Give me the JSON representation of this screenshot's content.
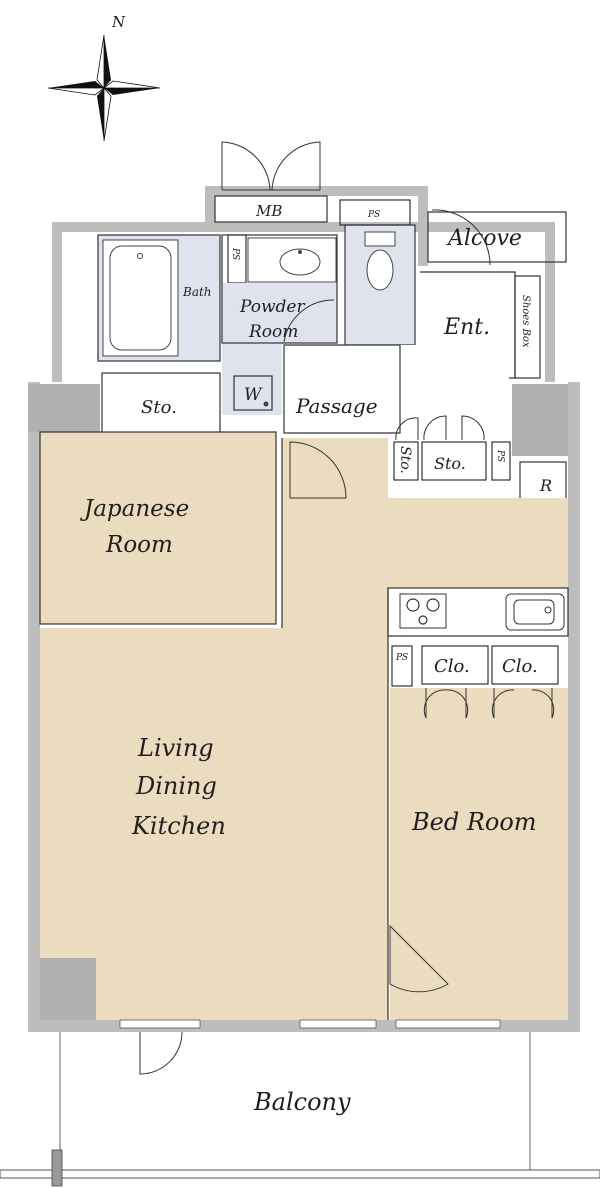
{
  "compass": {
    "label": "N",
    "icon": "compass-rose-icon"
  },
  "rooms": {
    "mb": "MB",
    "ps_top": "PS",
    "alcove": "Alcove",
    "bath": "Bath",
    "ps_bath": "PS",
    "powder_room_line1": "Powder",
    "powder_room_line2": "Room",
    "ent": "Ent.",
    "shoes_box": "Shoes Box",
    "washer": "W",
    "passage": "Passage",
    "sto_main": "Sto.",
    "sto_small_vertical": "Sto.",
    "sto_small": "Sto.",
    "ps_right": "PS",
    "refrigerator": "R",
    "japanese_room_line1": "Japanese",
    "japanese_room_line2": "Room",
    "ps_kitchen": "PS",
    "clo_1": "Clo.",
    "clo_2": "Clo.",
    "ldk_line1": "Living",
    "ldk_line2": "Dining",
    "ldk_line3": "Kitchen",
    "bed_room": "Bed Room",
    "balcony": "Balcony"
  },
  "colors": {
    "room_fill": "#ecdcbf",
    "wet_area_fill": "#dfe3ee",
    "storage_fill": "#d6c2a0",
    "wall": "#8c8c8c"
  }
}
